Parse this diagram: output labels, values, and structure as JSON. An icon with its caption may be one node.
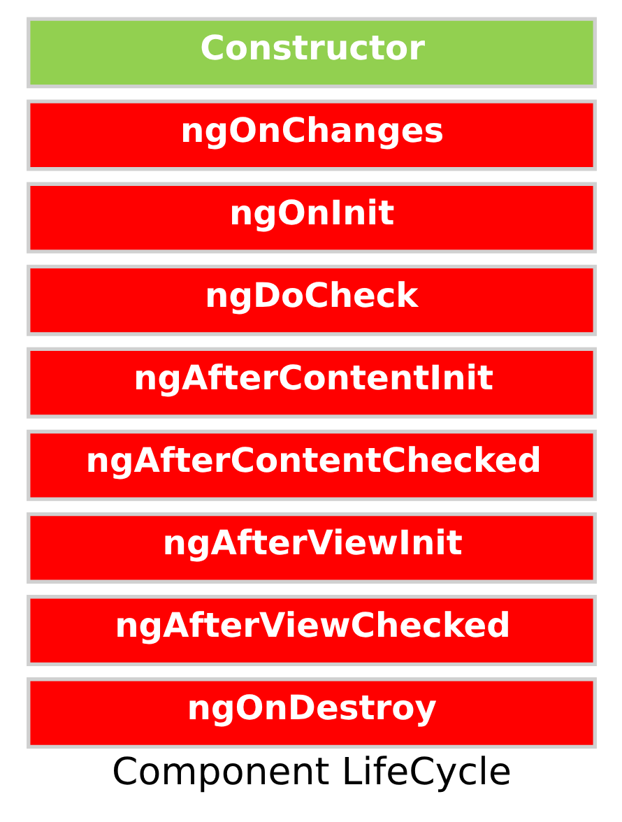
{
  "diagram": {
    "caption": "Component LifeCycle",
    "nodes": [
      {
        "text": [
          "Constructor"
        ]
      },
      {
        "text": [
          "ngOnChanges"
        ]
      },
      {
        "text": [
          "ngOnInit"
        ]
      },
      {
        "text": [
          "ngDoCheck"
        ]
      },
      {
        "text": [
          "ngAfterContentInit"
        ]
      },
      {
        "text": [
          "ngAfterContentChecked"
        ]
      },
      {
        "text": [
          "ngAfterViewInit"
        ]
      },
      {
        "text": [
          "ngAfterViewChecked"
        ]
      },
      {
        "text": [
          "ngOnDestroy"
        ]
      }
    ],
    "edges": []
  }
}
